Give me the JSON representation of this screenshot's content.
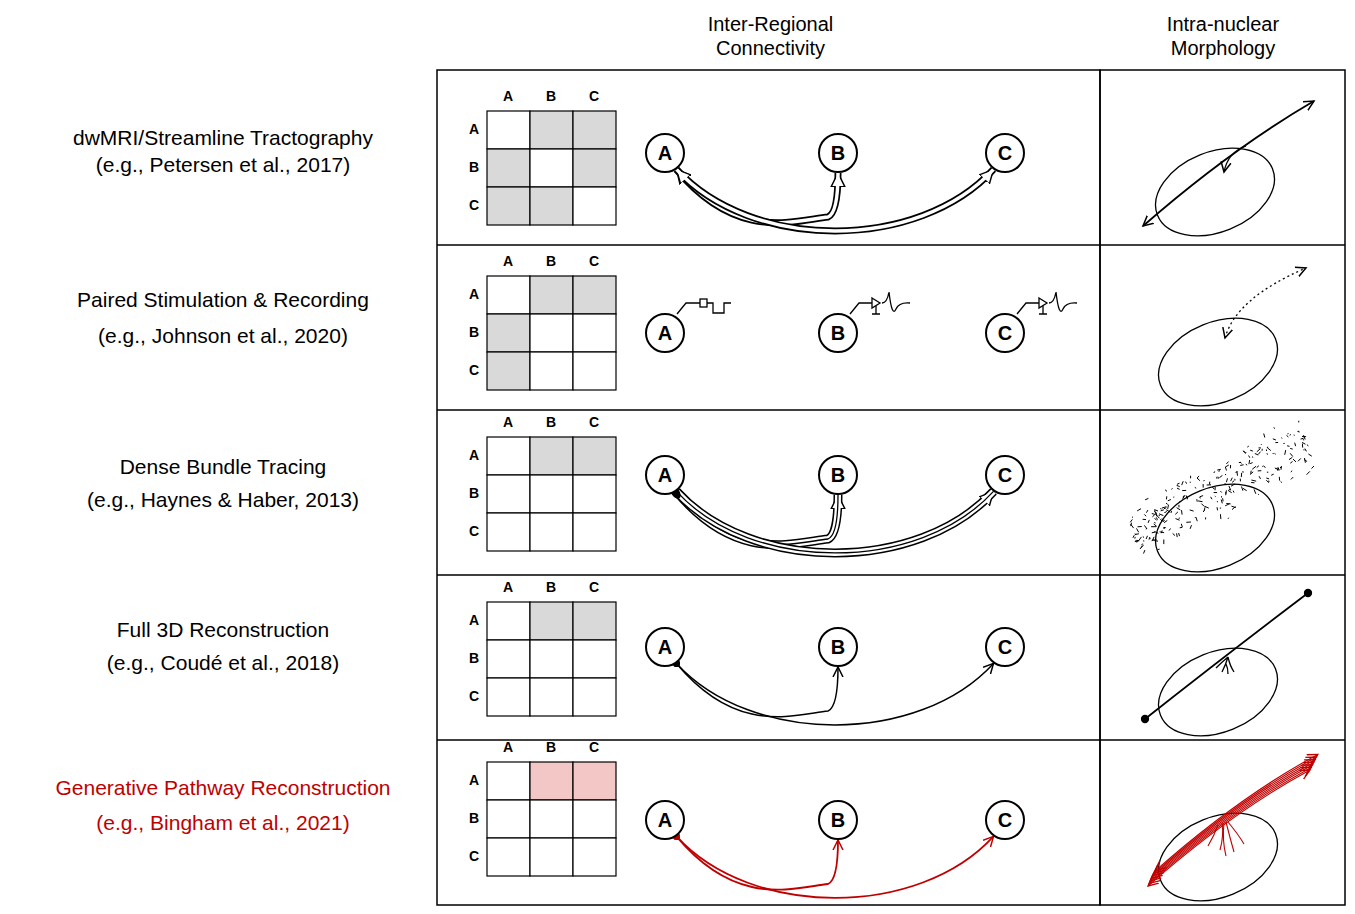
{
  "diagram": {
    "nodes": [
      {
        "text": [
          "A"
        ]
      },
      {
        "text": [
          "B"
        ]
      },
      {
        "text": [
          "C"
        ]
      },
      {
        "text": [
          "A"
        ]
      },
      {
        "text": [
          "B"
        ]
      },
      {
        "text": [
          "C"
        ]
      },
      {
        "text": [
          "A"
        ]
      },
      {
        "text": [
          "B"
        ]
      },
      {
        "text": [
          "C"
        ]
      },
      {
        "text": [
          "A"
        ]
      },
      {
        "text": [
          "B"
        ]
      },
      {
        "text": [
          "C"
        ]
      },
      {
        "text": [
          "A"
        ]
      },
      {
        "text": [
          "B"
        ]
      },
      {
        "text": [
          "C"
        ]
      }
    ],
    "edges": [
      {
        "from": 0,
        "to": 1,
        "arrow": "both"
      },
      {
        "from": 0,
        "to": 2,
        "arrow": "both"
      },
      {
        "from": 6,
        "to": 7,
        "arrow": "to"
      },
      {
        "from": 6,
        "to": 8,
        "arrow": "to"
      },
      {
        "from": 9,
        "to": 10,
        "arrow": "to"
      },
      {
        "from": 9,
        "to": 11,
        "arrow": "to"
      },
      {
        "from": 12,
        "to": 13,
        "arrow": "to"
      },
      {
        "from": 12,
        "to": 14,
        "arrow": "to"
      }
    ],
    "labels": [
      "Inter-Regional Connectivity",
      "Intra-nuclear Morphology",
      "dwMRI/Streamline Tractography",
      "(e.g., Petersen et al., 2017)",
      "A",
      "B",
      "C",
      "A",
      "B",
      "C",
      "Paired Stimulation & Recording",
      "(e.g., Johnson et al., 2020)",
      "A",
      "B",
      "C",
      "A",
      "B",
      "C",
      "Dense Bundle Tracing",
      "(e.g., Haynes & Haber, 2013)",
      "A",
      "B",
      "C",
      "A",
      "B",
      "C",
      "Full 3D Reconstruction",
      "(e.g., Coudé et al., 2018)",
      "A",
      "B",
      "C",
      "A",
      "B",
      "C",
      "Generative Pathway Reconstruction",
      "(e.g., Bingham et al., 2021)",
      "A",
      "B",
      "C",
      "A",
      "B",
      "C"
    ]
  }
}
